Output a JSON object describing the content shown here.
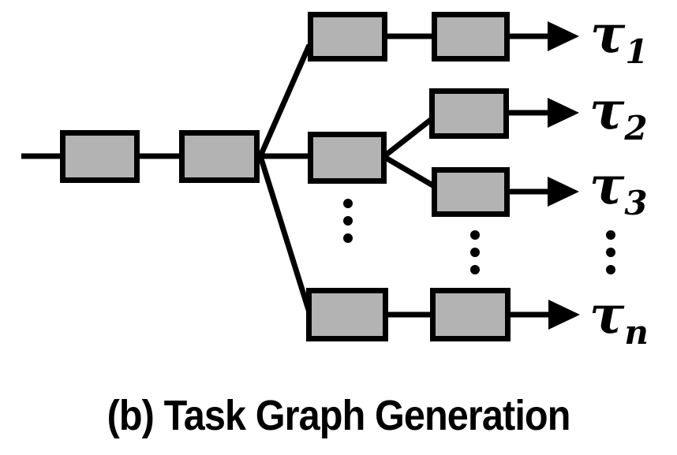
{
  "figure": {
    "caption": "(b) Task Graph Generation",
    "output_labels": [
      {
        "symbol": "τ",
        "subscript": "1"
      },
      {
        "symbol": "τ",
        "subscript": "2"
      },
      {
        "symbol": "τ",
        "subscript": "3"
      },
      {
        "symbol": "τ",
        "subscript": "n"
      }
    ],
    "icons": {
      "arrowhead": "▶",
      "vertical_ellipsis": "⋮"
    },
    "colors": {
      "background": "#ffffff",
      "node_fill": "#b3b3b3",
      "stroke": "#000000"
    }
  }
}
